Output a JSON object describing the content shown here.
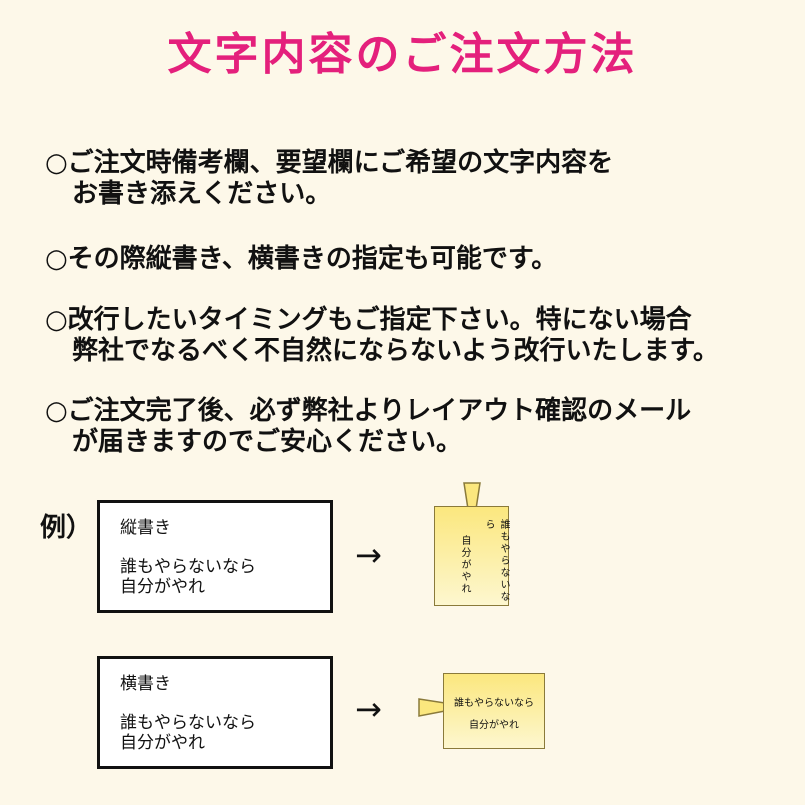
{
  "title": "文字内容のご注文方法",
  "items": [
    {
      "line1": "○ご注文時備考欄、要望欄にご希望の文字内容を",
      "line2": "お書き添えください。"
    },
    {
      "line1": "○その際縦書き、横書きの指定も可能です。"
    },
    {
      "line1": "○改行したいタイミングもご指定下さい。特にない場合",
      "line2": "弊社でなるべく不自然にならないよう改行いたします。"
    },
    {
      "line1": "○ご注文完了後、必ず弊社よりレイアウト確認のメール",
      "line2": "が届きますのでご安心ください。"
    }
  ],
  "example": {
    "label": "例）",
    "arrow": "→",
    "vertical": {
      "heading": "縦書き",
      "line1": "誰もやらないなら",
      "line2": "自分がやれ"
    },
    "horizontal": {
      "heading": "横書き",
      "line1": "誰もやらないなら",
      "line2": "自分がやれ"
    }
  }
}
